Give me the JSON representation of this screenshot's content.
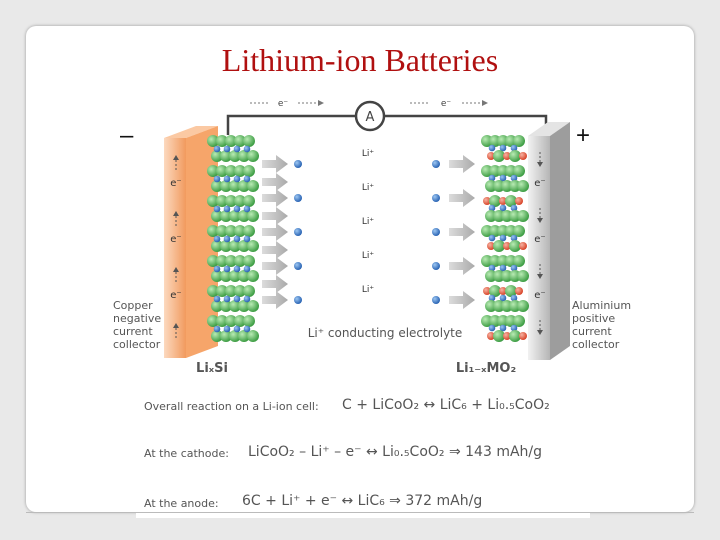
{
  "title": "Lithium-ion Batteries",
  "minus_sign": "–",
  "plus_sign": "+",
  "ammeter": "A",
  "electron_label": "e⁻",
  "li_label": "Li⁺",
  "anode_label": "Copper\nnegative\ncurrent\ncollector",
  "cathode_label": "Aluminium\npositive\ncurrent\ncollector",
  "electrolyte_label": "Li⁺ conducting electrolyte",
  "anode_material": "LiₓSi",
  "cathode_material": "Li₁₋ₓMO₂",
  "equations": {
    "overall_label": "Overall reaction on a Li-ion cell:",
    "cathode_label": "At the cathode:",
    "anode_label": "At the anode:",
    "overall_eq": "C + LiCoO₂ ↔ LiC₆ + Li₀.₅CoO₂",
    "cathode_eq": "LiCoO₂ – Li⁺ – e⁻ ↔ Li₀.₅CoO₂ ⇒ 143 mAh/g",
    "anode_eq": "6C + Li⁺ + e⁻ ↔ LiC₆ ⇒ 372 mAh/g"
  },
  "colors": {
    "title": "#b01010",
    "copper": "#f5a36b",
    "aluminium": "#c9c9c9",
    "green_atom": "#59b95a",
    "blue_ion": "#3a78c8",
    "red_atom": "#e2553a"
  }
}
